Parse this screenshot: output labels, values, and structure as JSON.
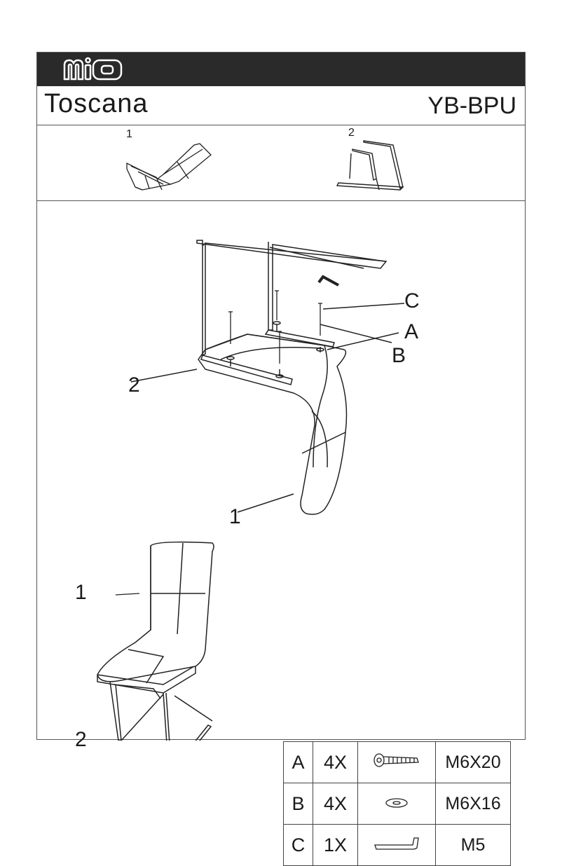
{
  "header": {
    "brand": "MiO",
    "product_name": "Toscana",
    "product_code": "YB-BPU"
  },
  "parts": [
    {
      "number": "1",
      "name": "seat-and-backrest"
    },
    {
      "number": "2",
      "name": "metal-frame"
    }
  ],
  "assembly_callouts": {
    "frame": "2",
    "seat": "1",
    "bolt": "A",
    "washer": "B",
    "key": "C"
  },
  "assembled_callouts": {
    "seat": "1",
    "frame": "2"
  },
  "hardware": [
    {
      "letter": "A",
      "qty": "4X",
      "icon": "bolt-icon",
      "size": "M6X20"
    },
    {
      "letter": "B",
      "qty": "4X",
      "icon": "washer-icon",
      "size": "M6X16"
    },
    {
      "letter": "C",
      "qty": "1X",
      "icon": "allen-key-icon",
      "size": "M5"
    }
  ]
}
